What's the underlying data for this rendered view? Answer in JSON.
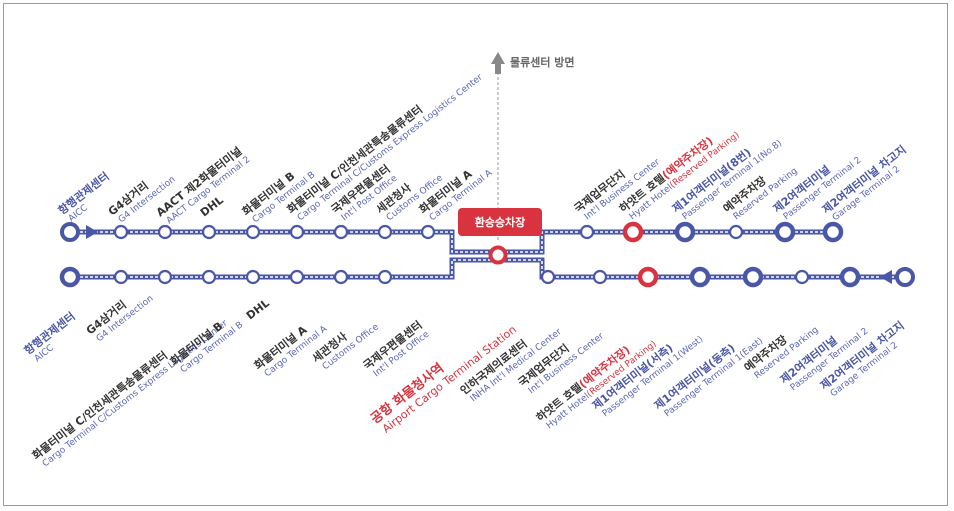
{
  "colors": {
    "line": "#4a56a6",
    "dark": "#333333",
    "english": "#5a67b8",
    "red": "#d8333f",
    "gray": "#999999"
  },
  "direction": {
    "label": "물류센터 방면"
  },
  "hub": {
    "label": "환승승차장"
  },
  "top_route": {
    "stops": [
      {
        "ko": "항행관제센터",
        "en": "AICC",
        "type": "terminal",
        "ko_color": "blue"
      },
      {
        "ko": "G4삼거리",
        "en": "G4 Intersection",
        "type": "minor",
        "ko_color": "dark"
      },
      {
        "ko": "AACT 제2화물터미널",
        "en": "AACT Cargo Terminal 2",
        "type": "minor",
        "ko_color": "dark"
      },
      {
        "ko": "DHL",
        "en": "",
        "type": "minor",
        "ko_color": "dark"
      },
      {
        "ko": "화물터미널 B",
        "en": "Cargo Terminal B",
        "type": "minor",
        "ko_color": "dark"
      },
      {
        "ko": "화물터미널 C/인천세관특송물류센터",
        "en": "Cargo Terminal C/Customs Express Logistics Center",
        "type": "minor",
        "ko_color": "dark"
      },
      {
        "ko": "국제우편물센터",
        "en": "Int'l Post Office",
        "type": "minor",
        "ko_color": "dark"
      },
      {
        "ko": "세관청사",
        "en": "Customs Office",
        "type": "minor",
        "ko_color": "dark"
      },
      {
        "ko": "화물터미널 A",
        "en": "Cargo Terminal A",
        "type": "minor",
        "ko_color": "dark"
      },
      {
        "ko": "국제업무단지",
        "en": "Int'l Business Center",
        "type": "minor",
        "ko_color": "dark"
      },
      {
        "ko": "하얏트 호텔",
        "ko_red": "(예약주차장)",
        "en": "Hyatt Hotel",
        "en_red": "(Reserved Parking)",
        "type": "red",
        "ko_color": "dark"
      },
      {
        "ko": "제1여객터미널(8번)",
        "en": "Passenger Terminal 1(No.8)",
        "type": "major",
        "ko_color": "blue"
      },
      {
        "ko": "예약주차장",
        "en": "Reserved Parking",
        "type": "minor",
        "ko_color": "dark"
      },
      {
        "ko": "제2여객터미널",
        "en": "Passenger Terminal 2",
        "type": "major",
        "ko_color": "blue"
      },
      {
        "ko": "제2여객터미널 차고지",
        "en": "Garage Terminal 2",
        "type": "major",
        "ko_color": "blue"
      }
    ]
  },
  "bottom_route": {
    "stops": [
      {
        "ko": "항행관제센터",
        "en": "AICC",
        "type": "major",
        "ko_color": "blue"
      },
      {
        "ko": "G4삼거리",
        "en": "G4 Intersection",
        "type": "minor",
        "ko_color": "dark"
      },
      {
        "ko": "화물터미널 C/인천세관특송물류센터",
        "en": "Cargo Terminal C/Customs Express Logistics Center",
        "type": "minor",
        "ko_color": "dark"
      },
      {
        "ko": "화물터미널 B",
        "en": "Cargo Terminal B",
        "type": "minor",
        "ko_color": "dark"
      },
      {
        "ko": "DHL",
        "en": "",
        "type": "minor",
        "ko_color": "dark"
      },
      {
        "ko": "화물터미널 A",
        "en": "Cargo Terminal A",
        "type": "minor",
        "ko_color": "dark"
      },
      {
        "ko": "세관청사",
        "en": "Customs Office",
        "type": "minor",
        "ko_color": "dark"
      },
      {
        "ko": "국제우편물센터",
        "en": "Int'l Post Office",
        "type": "minor",
        "ko_color": "dark"
      },
      {
        "ko": "공항 화물청사역",
        "en": "Airport Cargo Terminal Station",
        "type": "hub",
        "ko_color": "red"
      },
      {
        "ko": "인하국제의료센터",
        "en": "INHA Int'l Medical Center",
        "type": "minor",
        "ko_color": "dark"
      },
      {
        "ko": "국제업무단지",
        "en": "Int'l Business Center",
        "type": "minor",
        "ko_color": "dark"
      },
      {
        "ko": "하얏트 호텔",
        "ko_red": "(예약주차장)",
        "en": "Hyatt Hotel",
        "en_red": "(Reserved Parking)",
        "type": "red",
        "ko_color": "dark"
      },
      {
        "ko": "제1여객터미널(서측)",
        "en": "Passenger Terminal 1(West)",
        "type": "major",
        "ko_color": "blue"
      },
      {
        "ko": "제1여객터미널(동측)",
        "en": "Passenger Terminal 1(East)",
        "type": "major",
        "ko_color": "blue"
      },
      {
        "ko": "예약주차장",
        "en": "Reserved Parking",
        "type": "minor",
        "ko_color": "dark"
      },
      {
        "ko": "제2여객터미널",
        "en": "Passenger Terminal 2",
        "type": "major",
        "ko_color": "blue"
      },
      {
        "ko": "제2여객터미널 차고지",
        "en": "Garage Terminal 2",
        "type": "terminal",
        "ko_color": "blue"
      }
    ]
  }
}
